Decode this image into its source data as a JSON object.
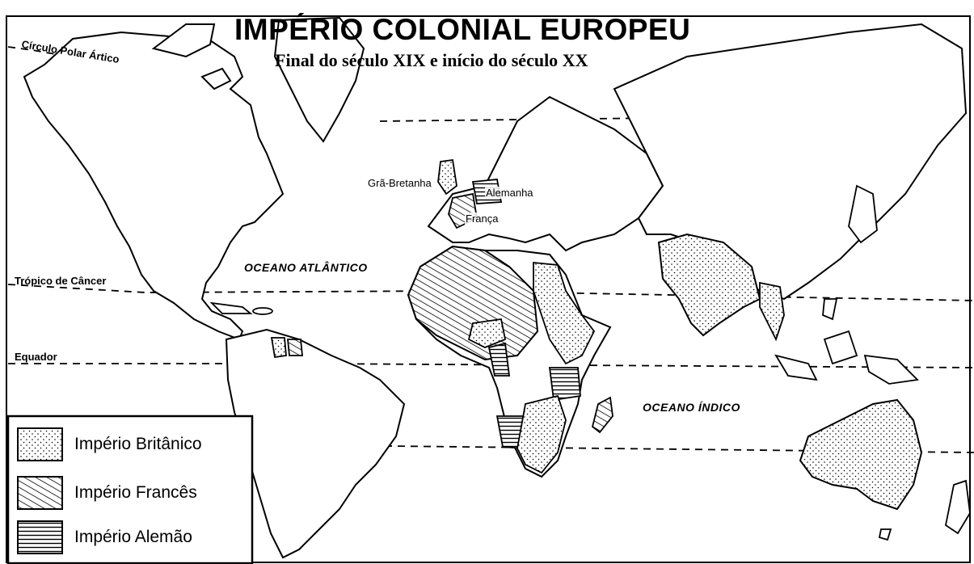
{
  "map": {
    "title": "IMPÉRIO COLONIAL EUROPEU",
    "subtitle": "Final do século XIX e início do século XX",
    "latitudes": {
      "arctic_circle": "Círculo Polar Ártico",
      "tropic_cancer": "Trópico de Câncer",
      "equator": "Equador"
    },
    "oceans": {
      "atlantic": "OCEANO ATLÂNTICO",
      "indian": "OCEANO ÍNDICO"
    },
    "countries": {
      "great_britain": "Grã-Bretanha",
      "germany": "Alemanha",
      "france": "França"
    },
    "legend": [
      {
        "label": "Império Britânico",
        "pattern": "dots"
      },
      {
        "label": "Império Francês",
        "pattern": "diagonal-lines"
      },
      {
        "label": "Império Alemão",
        "pattern": "horizontal-lines"
      }
    ]
  }
}
